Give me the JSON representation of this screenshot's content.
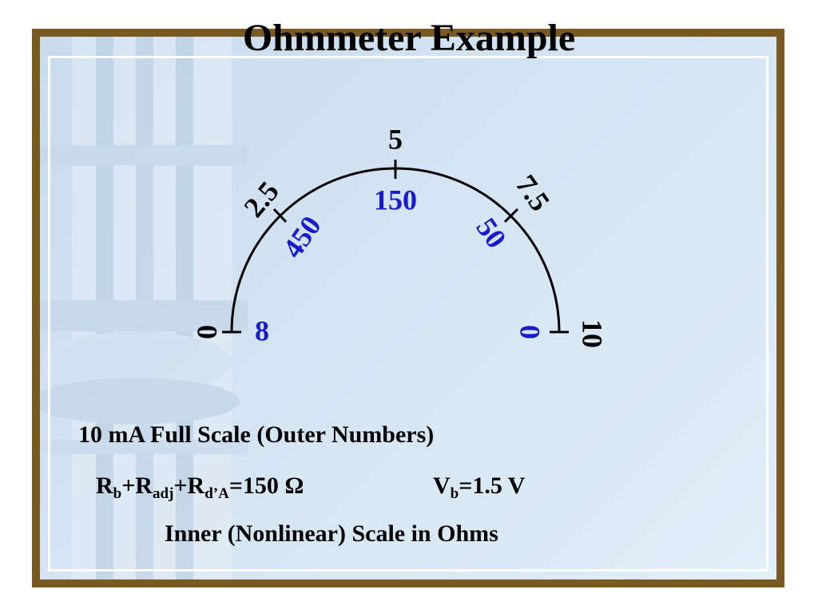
{
  "title": "Ohmmeter Example",
  "meter": {
    "outer_labels": [
      "0",
      "2.5",
      "5",
      "7.5",
      "10"
    ],
    "inner_labels": [
      "8",
      "450",
      "150",
      "50",
      "0"
    ],
    "outer_color": "#000000",
    "inner_color": "#1a1acc"
  },
  "captions": {
    "full_scale": "10 mA Full Scale (Outer Numbers)",
    "resistance": {
      "r1": "R",
      "r1_sub": "b",
      "r2": "+R",
      "r2_sub": "adj",
      "r3": "+R",
      "r3_sub": "d’A",
      "value": "=150 Ω"
    },
    "voltage": {
      "v": "V",
      "v_sub": "b",
      "value": "=1.5 V"
    },
    "inner_scale": "Inner (Nonlinear) Scale in Ohms"
  },
  "colors": {
    "border": "#7a5a23",
    "background": "#d4e4f2"
  }
}
